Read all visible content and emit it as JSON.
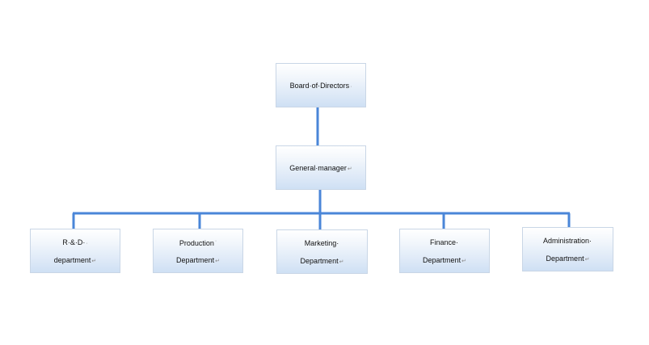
{
  "org_chart": {
    "board": {
      "label": "Board·of·Directors",
      "mark": "·"
    },
    "general_manager": {
      "label": "General·manager",
      "mark": "↵"
    },
    "departments": [
      {
        "line1": "R·&·D·",
        "mark1": "·",
        "line2": "department",
        "mark2": "↵"
      },
      {
        "line1": "Production",
        "mark1": "·",
        "line2": "Department",
        "mark2": "↵"
      },
      {
        "line1": "Marketing·",
        "mark1": "",
        "line2": "Department",
        "mark2": "↵"
      },
      {
        "line1": "Finance·",
        "mark1": "",
        "line2": "Department",
        "mark2": "↵"
      },
      {
        "line1": "Administration·",
        "mark1": "",
        "line2": "Department",
        "mark2": "↵"
      }
    ]
  },
  "colors": {
    "connector": "#4a86d8",
    "box_border": "#c9d6e6",
    "box_gradient_bottom": "#cfe0f4"
  }
}
